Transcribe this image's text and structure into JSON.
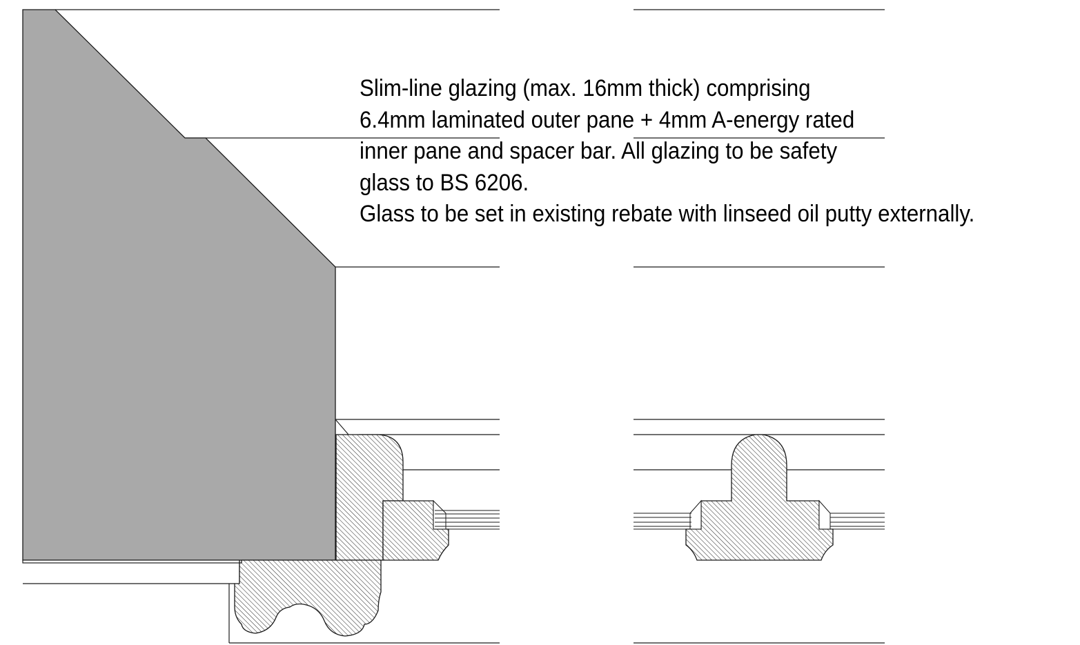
{
  "annotation": {
    "lines": [
      "Slim-line glazing (max. 16mm thick) comprising",
      "6.4mm laminated outer pane + 4mm A-energy rated",
      "inner pane and spacer bar. All glazing to be safety",
      "glass to BS 6206.",
      "Glass to be set in existing rebate with linseed oil putty externally."
    ]
  },
  "colors": {
    "background": "#ffffff",
    "line": "#1a1a1a",
    "wall_section_fill": "#a9a9a9",
    "timber_hatch": "#333333"
  }
}
